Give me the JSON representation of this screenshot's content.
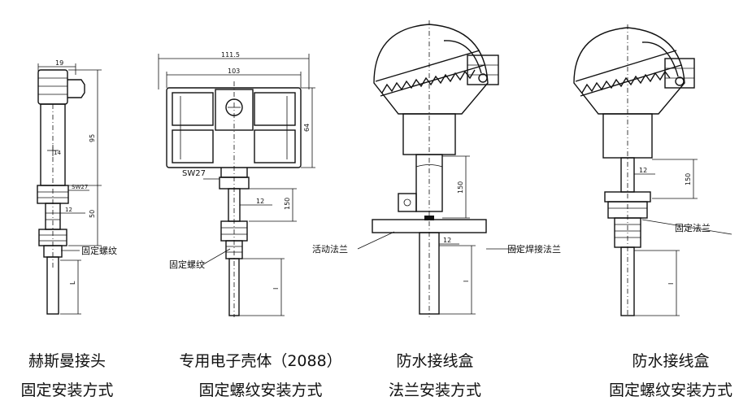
{
  "diagrams": [
    {
      "id": "hirschmann",
      "dims": {
        "width": "19",
        "height": "95",
        "bottom": "50",
        "thread": "SW27",
        "dia": "12",
        "insertion": "L"
      },
      "callout": "固定螺纹",
      "caption_line1": "赫斯曼接头",
      "caption_line2": "固定安装方式"
    },
    {
      "id": "electronic-housing",
      "dims": {
        "outer_width": "111.5",
        "inner_width": "103",
        "height": "64",
        "wrench": "SW27",
        "dia": "12",
        "neck": "150",
        "insertion": "I"
      },
      "callout": "固定螺纹",
      "caption_line1": "专用电子壳体（2088）",
      "caption_line2": "固定螺纹安装方式"
    },
    {
      "id": "waterproof-flange",
      "dims": {
        "neck": "150",
        "dia": "12",
        "insertion": "I"
      },
      "callout_left": "活动法兰",
      "callout_right": "固定焊接法兰",
      "caption_line1": "防水接线盒",
      "caption_line2": "法兰安装方式"
    },
    {
      "id": "waterproof-thread",
      "dims": {
        "neck": "150",
        "dia": "12",
        "insertion": "I"
      },
      "callout": "固定法兰",
      "caption_line1": "防水接线盒",
      "caption_line2": "固定螺纹安装方式"
    }
  ]
}
